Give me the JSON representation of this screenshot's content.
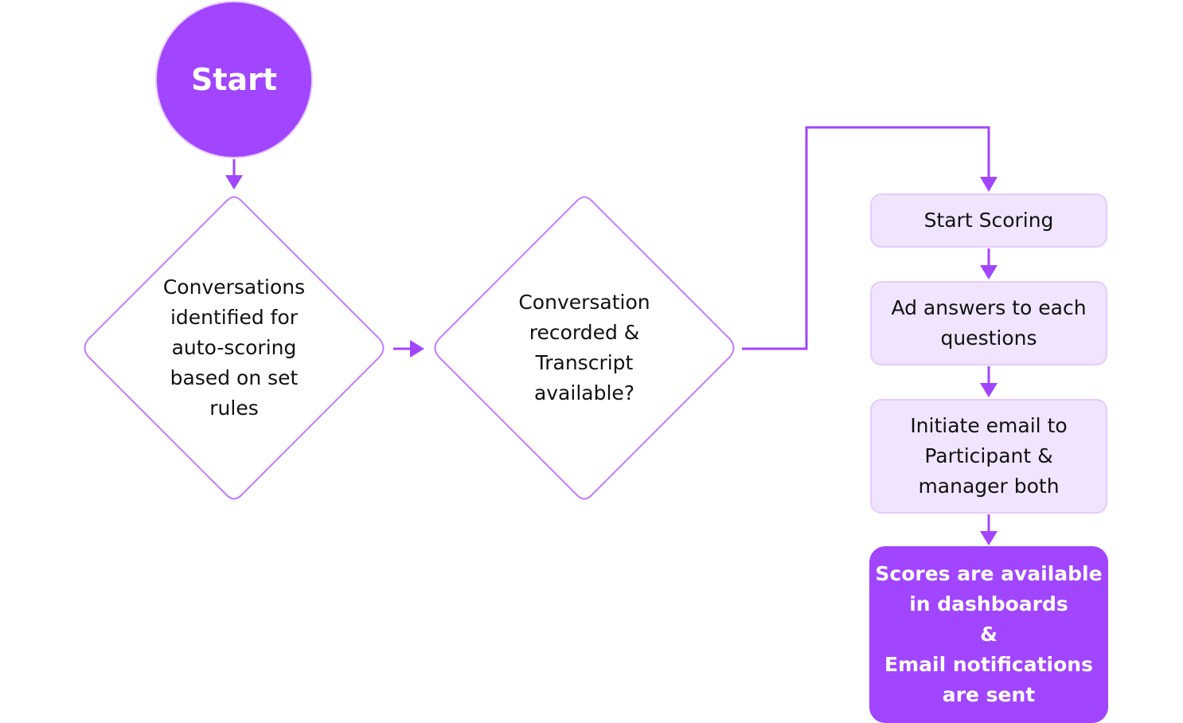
{
  "colors": {
    "accent": "#a145ff",
    "box_fill": "#f1e4fe",
    "box_border": "#e6cbff",
    "diamond_border": "#c27cff",
    "text": "#111111",
    "white": "#ffffff"
  },
  "nodes": {
    "start": {
      "label": "Start"
    },
    "identify": {
      "lines": [
        "Conversations",
        "identified for",
        "auto-scoring",
        "based on set",
        "rules"
      ]
    },
    "recorded": {
      "lines": [
        "Conversation",
        "recorded &",
        "Transcript",
        "available?"
      ]
    },
    "start_scoring": {
      "lines": [
        "Start Scoring"
      ]
    },
    "answers": {
      "lines": [
        "Ad answers to each",
        "questions"
      ]
    },
    "email": {
      "lines": [
        "Initiate email to",
        "Participant &",
        "manager both"
      ]
    },
    "final": {
      "lines": [
        "Scores are available",
        "in dashboards",
        "&",
        "Email notifications",
        "are sent"
      ]
    }
  }
}
